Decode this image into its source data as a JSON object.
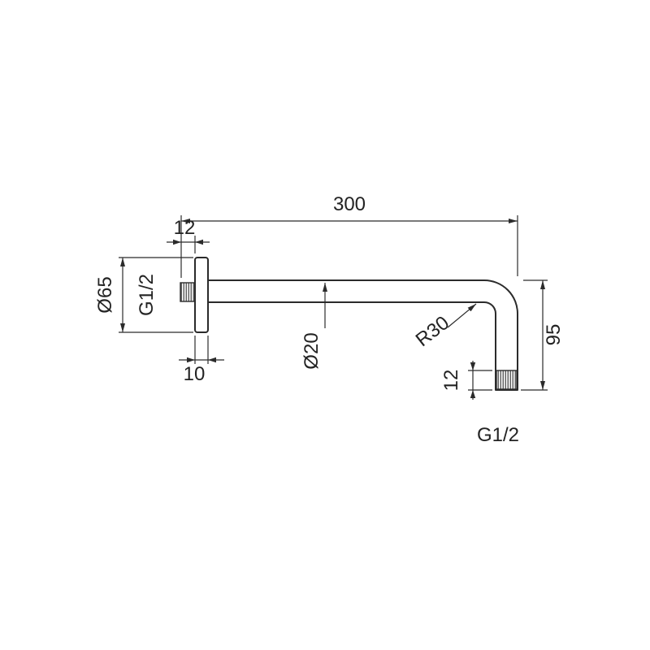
{
  "drawing": {
    "colors": {
      "line": "#2b2b2b",
      "background": "#ffffff"
    },
    "labels": {
      "overall_length": "300",
      "wall_thread_length": "12",
      "flange_diameter": "Ø65",
      "wall_thread_size": "G1/2",
      "flange_thickness": "10",
      "tube_diameter": "Ø20",
      "bend_radius": "R30",
      "drop_height": "95",
      "outlet_thread_length": "12",
      "outlet_thread_size": "G1/2"
    }
  }
}
